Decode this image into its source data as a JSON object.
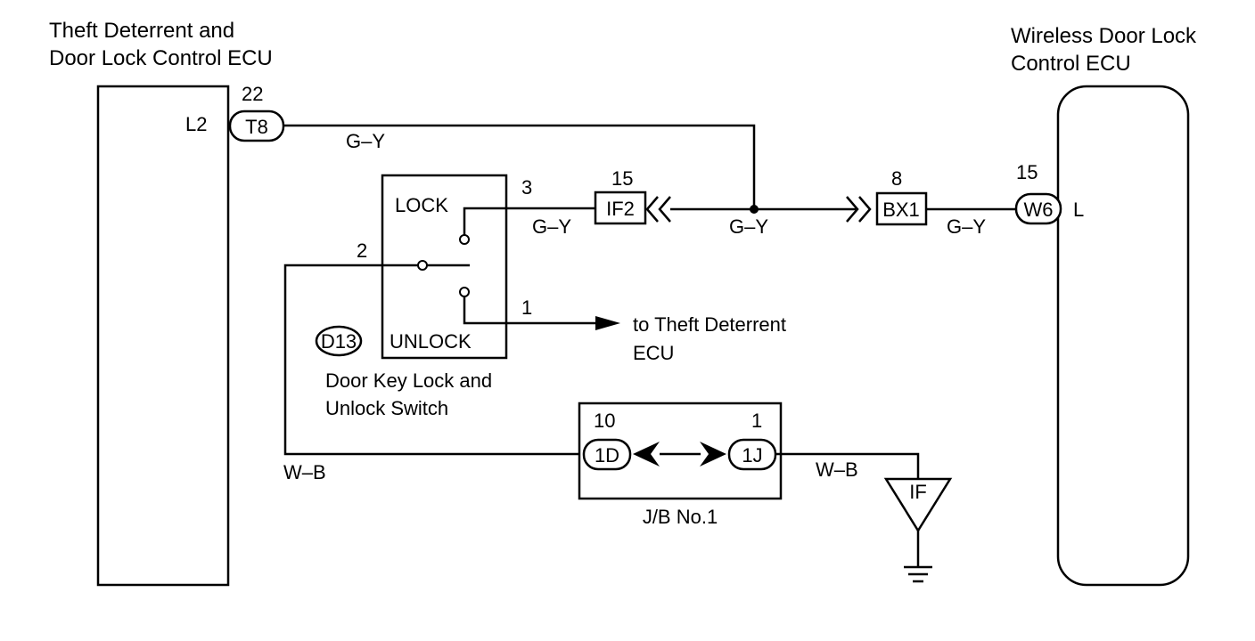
{
  "ecu_left": {
    "title_line1": "Theft Deterrent and",
    "title_line2": "Door Lock Control ECU",
    "terminal": "L2",
    "connector": "T8",
    "pin": "22"
  },
  "ecu_right": {
    "title_line1": "Wireless Door Lock",
    "title_line2": "Control ECU",
    "terminal": "L",
    "connector": "W6",
    "pin": "15"
  },
  "wires": {
    "top": "G–Y",
    "lock_to_if2": "G–Y",
    "if2_to_bx1": "G–Y",
    "bx1_to_w6": "G–Y",
    "ground_left": "W–B",
    "ground_right": "W–B"
  },
  "switch": {
    "code": "D13",
    "lock_label": "LOCK",
    "unlock_label": "UNLOCK",
    "pin_lock": "3",
    "pin_common": "2",
    "pin_unlock": "1",
    "name_line1": "Door Key Lock and",
    "name_line2": "Unlock Switch"
  },
  "connectors": {
    "if2": {
      "code": "IF2",
      "pin": "15"
    },
    "bx1": {
      "code": "BX1",
      "pin": "8"
    }
  },
  "to_theft": {
    "line1": "to Theft Deterrent",
    "line2": "ECU"
  },
  "junction_block": {
    "name": "J/B No.1",
    "left_code": "1D",
    "left_pin": "10",
    "right_code": "1J",
    "right_pin": "1"
  },
  "ground": {
    "code": "IF"
  }
}
